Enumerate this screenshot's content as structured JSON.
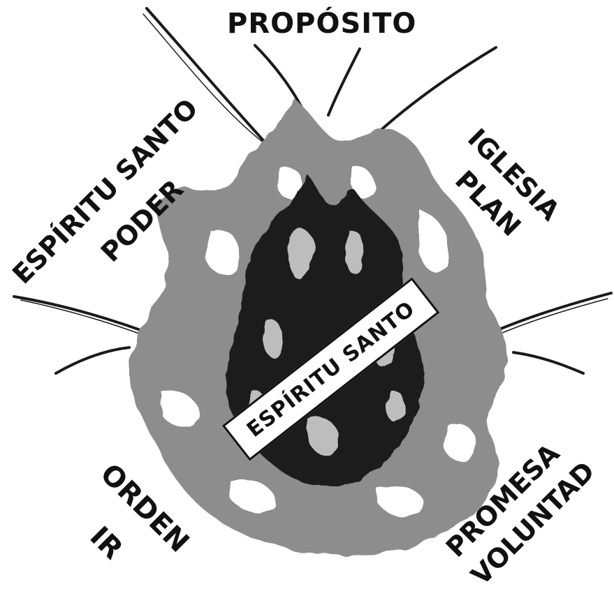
{
  "labels": {
    "top": "PROPÓSITO",
    "upper_left_line1": "ESPÍRITU SANTO",
    "upper_left_line2": "PODER",
    "upper_right_line1": "IGLESIA",
    "upper_right_line2": "PLAN",
    "lower_left_line1": "ORDEN",
    "lower_left_line2": "IR",
    "lower_right_line1": "PROMESA",
    "lower_right_line2": "VOLUNTAD",
    "center": "ESPÍRITU SANTO"
  },
  "colors": {
    "outer_flame": "#8a8a8a",
    "inner_flame": "#1a1a1a",
    "text": "#111111",
    "background": "#ffffff"
  },
  "icons": {
    "flame": "flame-illustration",
    "rays": "radiating-stroke-lines"
  }
}
